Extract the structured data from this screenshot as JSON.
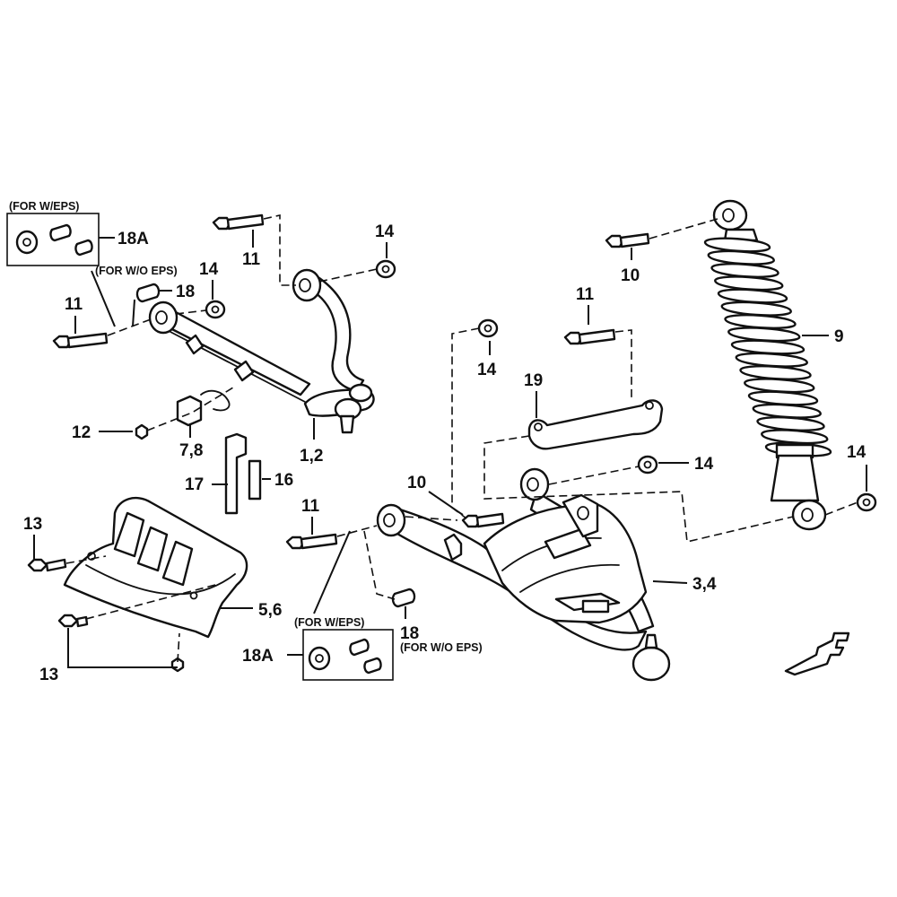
{
  "diagram": {
    "callouts": {
      "c_1_2": "1,2",
      "c_3_4": "3,4",
      "c_5_6": "5,6",
      "c_7_8": "7,8",
      "c_9": "9",
      "c_10_a": "10",
      "c_10_b": "10",
      "c_11_a": "11",
      "c_11_b": "11",
      "c_11_c": "11",
      "c_11_d": "11",
      "c_12": "12",
      "c_13_a": "13",
      "c_13_b": "13",
      "c_14_a": "14",
      "c_14_b": "14",
      "c_14_c": "14",
      "c_14_d": "14",
      "c_14_e": "14",
      "c_16": "16",
      "c_17": "17",
      "c_18_a": "18",
      "c_18_b": "18",
      "c_18A_a": "18A",
      "c_18A_b": "18A",
      "c_19": "19"
    },
    "notes": {
      "with_eps_top": "(FOR W/EPS)",
      "without_eps_top": "(FOR W/O EPS)",
      "with_eps_bottom": "(FOR W/EPS)",
      "without_eps_bottom": "(FOR W/O EPS)"
    }
  }
}
